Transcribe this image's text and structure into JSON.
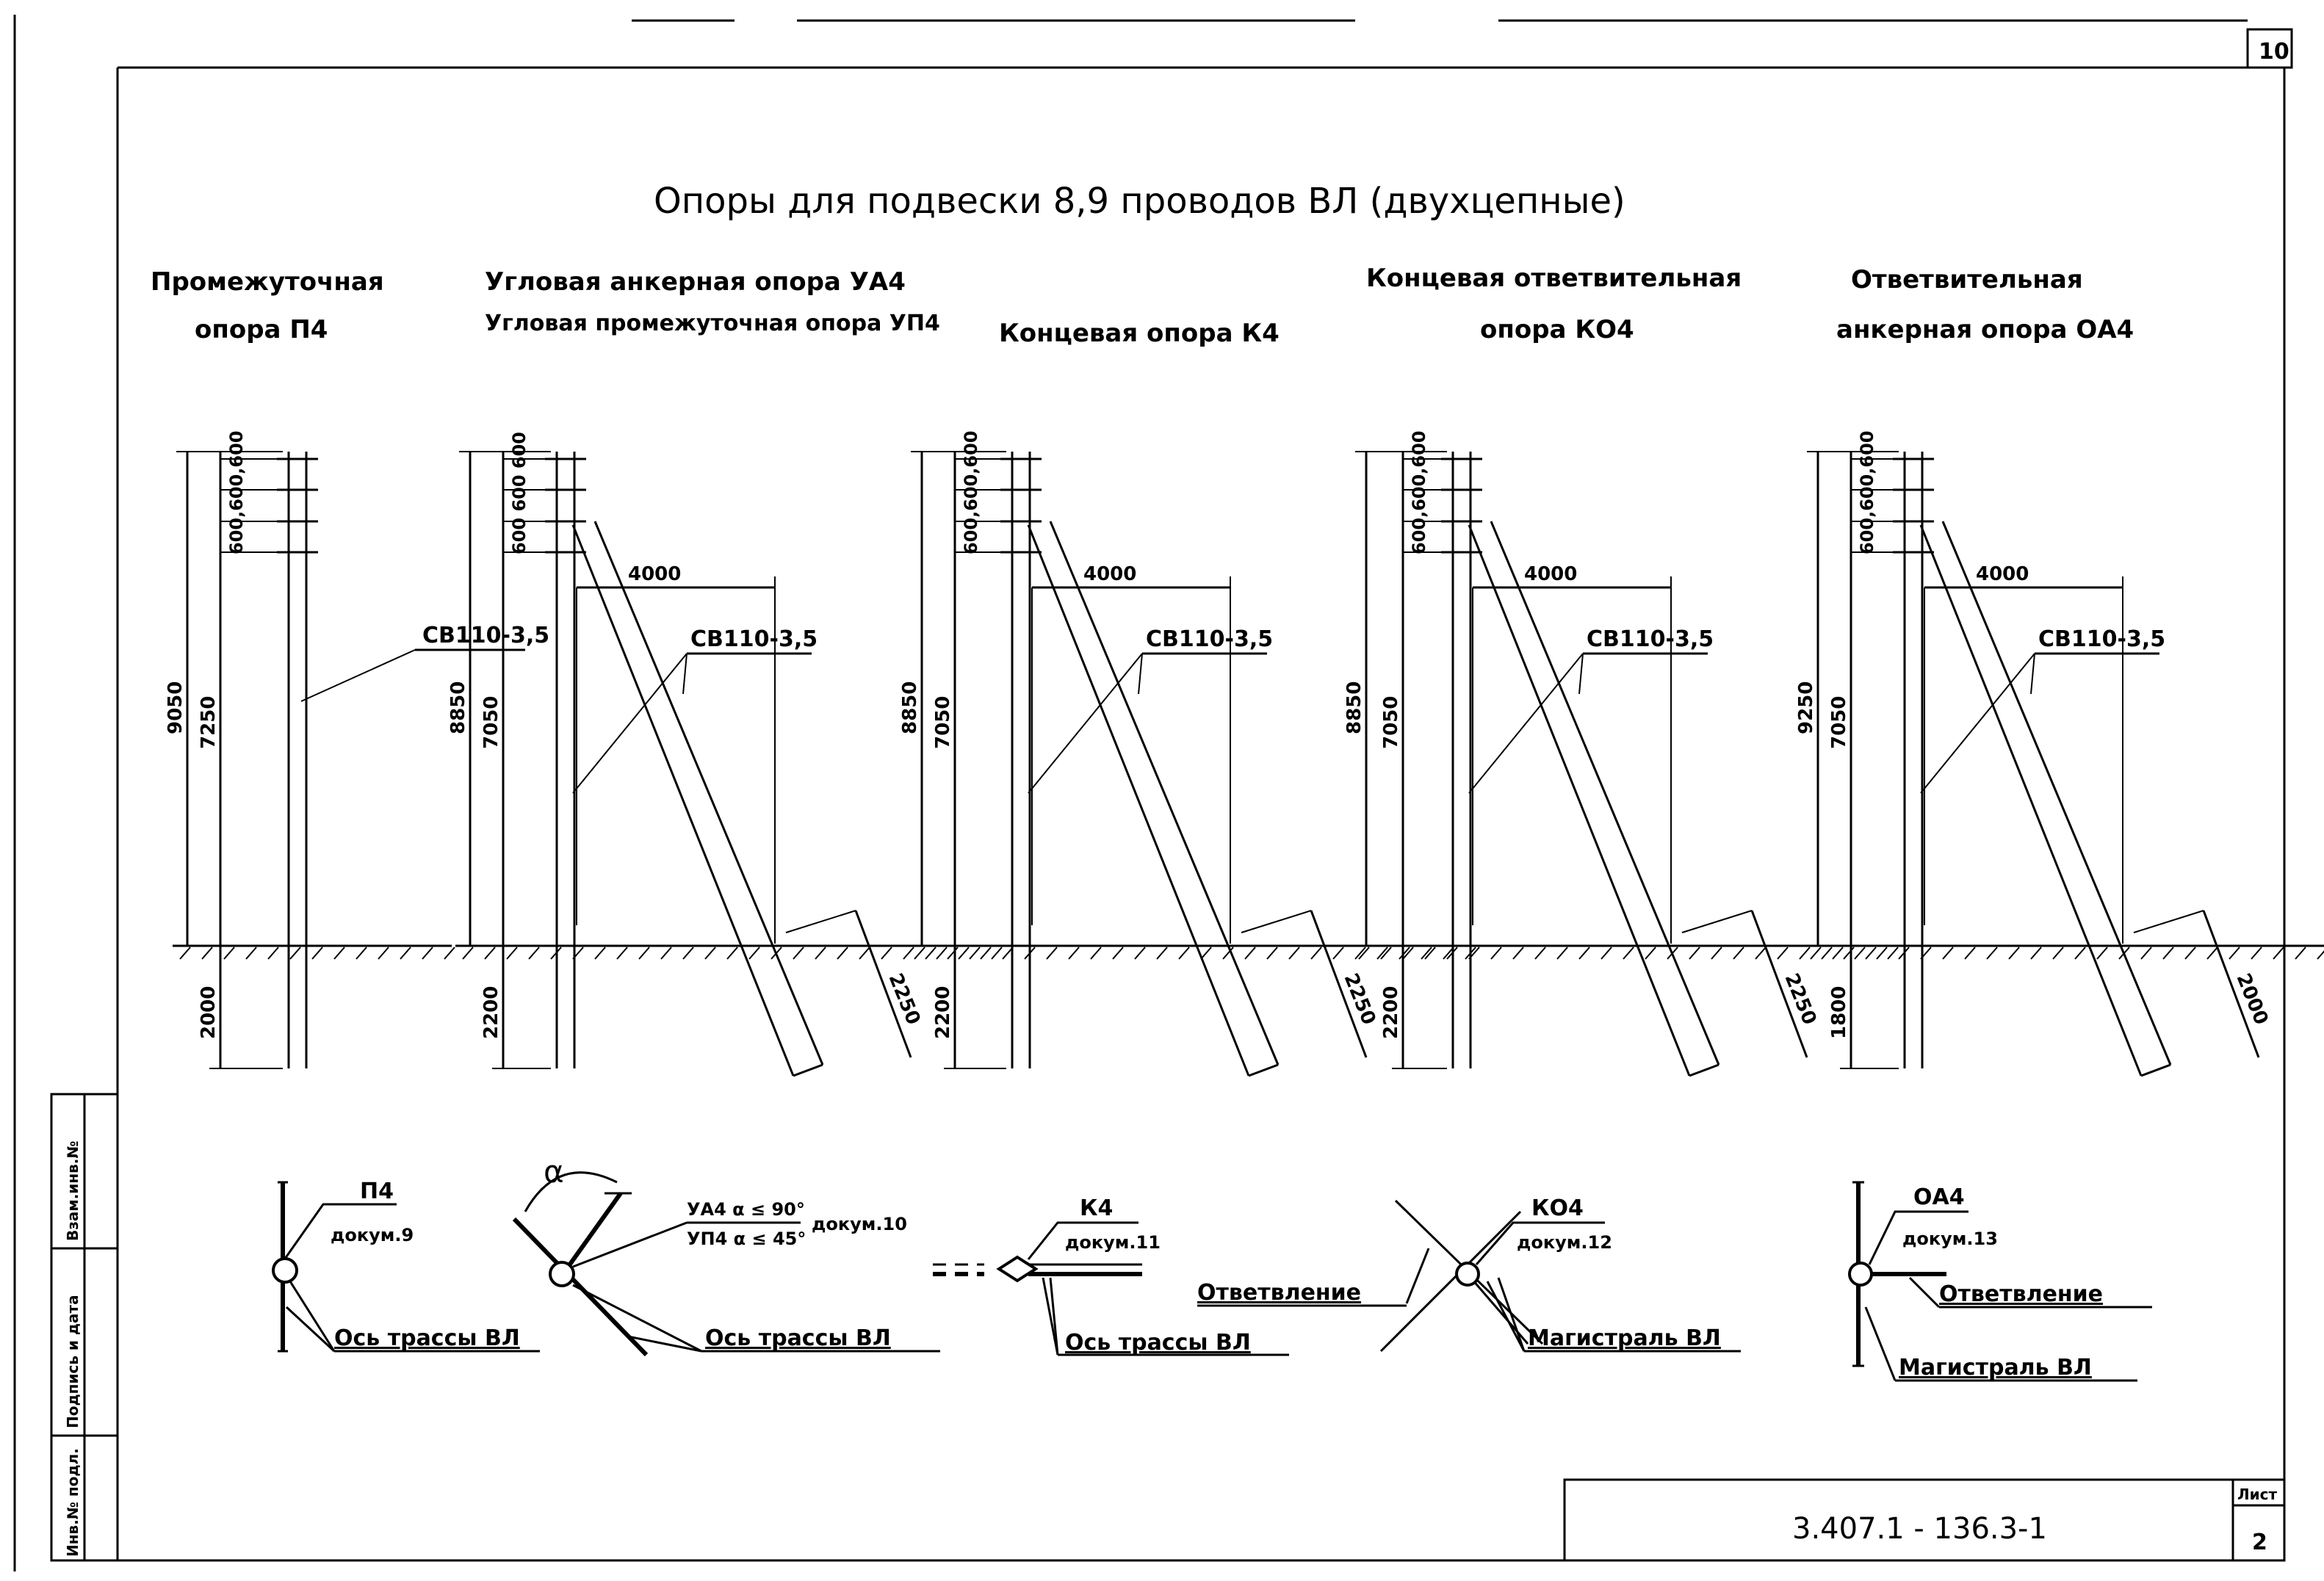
{
  "sheet_number_top": "10",
  "title": "Опоры для подвески 8,9 проводов ВЛ (двухцепные)",
  "headings": {
    "p4": [
      "Промежуточная",
      "опора П4"
    ],
    "ua4": [
      "Угловая анкерная опора УА4",
      "Угловая промежуточная опора УП4"
    ],
    "k4": [
      "Концевая опора К4"
    ],
    "ko4": [
      "Концевая ответвительная",
      "опора КО4"
    ],
    "oa4": [
      "Ответвительная",
      "анкерная опора ОА4"
    ]
  },
  "poles": [
    {
      "id": "p4",
      "wire_label": "СВ110-3,5",
      "top_dims": "600,600,600",
      "total_height": "9050",
      "above_ground": "7250",
      "below_ground": "2000",
      "brace_span": "",
      "brace_depth": ""
    },
    {
      "id": "ua4",
      "wire_label": "СВ110-3,5",
      "top_dims": "600 600 600",
      "total_height": "8850",
      "above_ground": "7050",
      "below_ground": "2200",
      "brace_span": "4000",
      "brace_depth": "2250"
    },
    {
      "id": "k4",
      "wire_label": "СВ110-3,5",
      "top_dims": "600,600,600",
      "total_height": "8850",
      "above_ground": "7050",
      "below_ground": "2200",
      "brace_span": "4000",
      "brace_depth": "2250"
    },
    {
      "id": "ko4",
      "wire_label": "СВ110-3,5",
      "top_dims": "600,600,600",
      "total_height": "8850",
      "above_ground": "7050",
      "below_ground": "2200",
      "brace_span": "4000",
      "brace_depth": "2250"
    },
    {
      "id": "oa4",
      "wire_label": "СВ110-3,5",
      "top_dims": "600,600,600",
      "total_height": "9250",
      "above_ground": "7050",
      "below_ground": "1800",
      "brace_span": "4000",
      "brace_depth": "2000"
    }
  ],
  "plans": {
    "p4": {
      "code": "П4",
      "doc": "докум.9",
      "axis": "Ось трассы ВЛ"
    },
    "ua4": {
      "ua_rule": "УА4 α ≤ 90°",
      "up_rule": "УП4 α ≤ 45°",
      "doc": "докум.10",
      "axis": "Ось трассы ВЛ",
      "angle": "α"
    },
    "k4": {
      "code": "К4",
      "doc": "докум.11",
      "axis": "Ось трассы ВЛ"
    },
    "ko4": {
      "code": "КО4",
      "doc": "докум.12",
      "branch": "Ответвление",
      "main": "Магистраль ВЛ"
    },
    "oa4": {
      "code": "ОА4",
      "doc": "докум.13",
      "branch": "Ответвление",
      "main": "Магистраль ВЛ"
    }
  },
  "stamp": {
    "doc_code": "3.407.1 - 136.3-1",
    "sheet_label": "Лист",
    "sheet_value": "2",
    "side_fields": [
      "Инв.№ подл.",
      "Подпись и дата",
      "Взам.инв.№"
    ]
  }
}
